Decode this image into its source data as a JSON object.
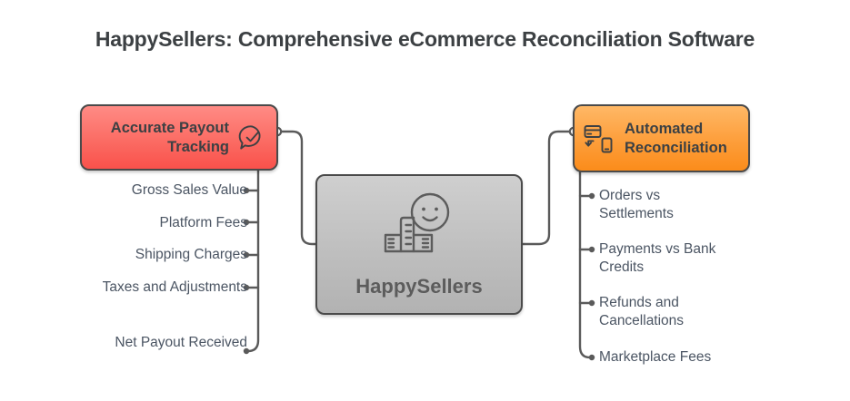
{
  "page": {
    "title": "HappySellers: Comprehensive eCommerce Reconciliation Software",
    "background_color": "#ffffff",
    "title_color": "#3c4043"
  },
  "diagram": {
    "type": "mind-map",
    "center_node": {
      "label": "HappySellers",
      "icon": "happy-face-buildings-icon",
      "fill_color": "#c0c0c0",
      "border_color": "#4a4a4a",
      "text_color": "#5c5c5c"
    },
    "branches": [
      {
        "id": "payout",
        "title": "Accurate Payout Tracking",
        "icon": "speech-bubble-check-icon",
        "side": "left",
        "fill_color": "#fb6c64",
        "border_color": "#4a4a4a",
        "text_color": "#3c4043",
        "items": [
          {
            "label": "Gross Sales Value"
          },
          {
            "label": "Platform Fees"
          },
          {
            "label": "Shipping Charges"
          },
          {
            "label": "Taxes and Adjustments"
          },
          {
            "label": "Net Payout Received"
          }
        ]
      },
      {
        "id": "reconciliation",
        "title": "Automated Reconciliation",
        "icon": "card-phone-sync-icon",
        "side": "right",
        "fill_color": "#fda03e",
        "border_color": "#4a4a4a",
        "text_color": "#3c4043",
        "items": [
          {
            "label": "Orders vs Settlements"
          },
          {
            "label": "Payments vs Bank Credits"
          },
          {
            "label": "Refunds and Cancellations"
          },
          {
            "label": "Marketplace Fees"
          }
        ]
      }
    ],
    "leaf_text_color": "#4b5563",
    "connector_color": "#5a5a5a"
  }
}
